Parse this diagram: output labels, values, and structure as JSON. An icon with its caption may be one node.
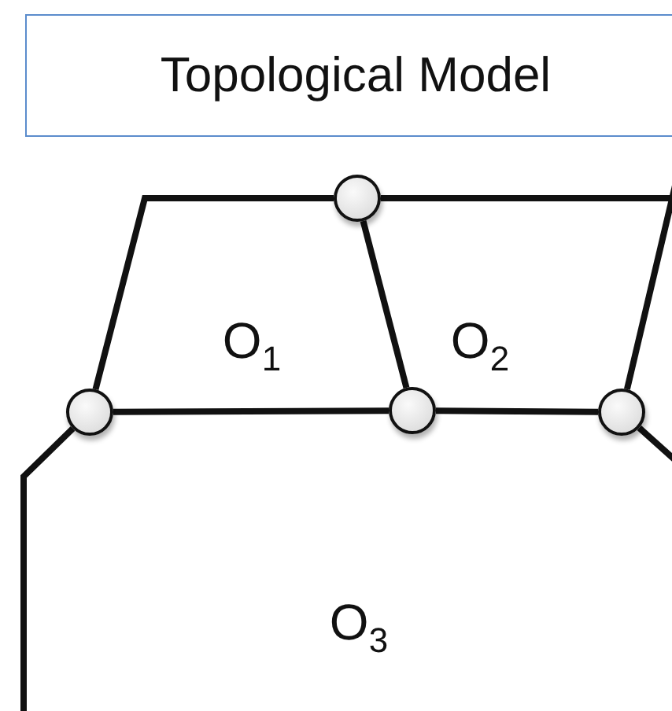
{
  "diagram": {
    "nodes": [
      {
        "text": [
          "Topological Model"
        ]
      },
      {
        "text": [],
        "shape": "circle"
      },
      {
        "text": [],
        "shape": "circle"
      },
      {
        "text": [],
        "shape": "circle"
      },
      {
        "text": [],
        "shape": "circle"
      }
    ],
    "edges": [
      {
        "from": 2,
        "to": 1,
        "arrow": "none"
      },
      {
        "from": 1,
        "to": 3,
        "arrow": "none"
      },
      {
        "from": 2,
        "to": 3,
        "arrow": "none"
      },
      {
        "from": 3,
        "to": 4,
        "arrow": "none"
      },
      {
        "from": 1,
        "to": null,
        "arrow": "none"
      },
      {
        "from": 4,
        "to": null,
        "arrow": "none"
      },
      {
        "from": 2,
        "to": null,
        "arrow": "none"
      },
      {
        "from": 4,
        "to": null,
        "arrow": "none"
      }
    ],
    "labels": [
      "O$_{1}$",
      "O$_{2}$",
      "O$_{3}$"
    ]
  }
}
